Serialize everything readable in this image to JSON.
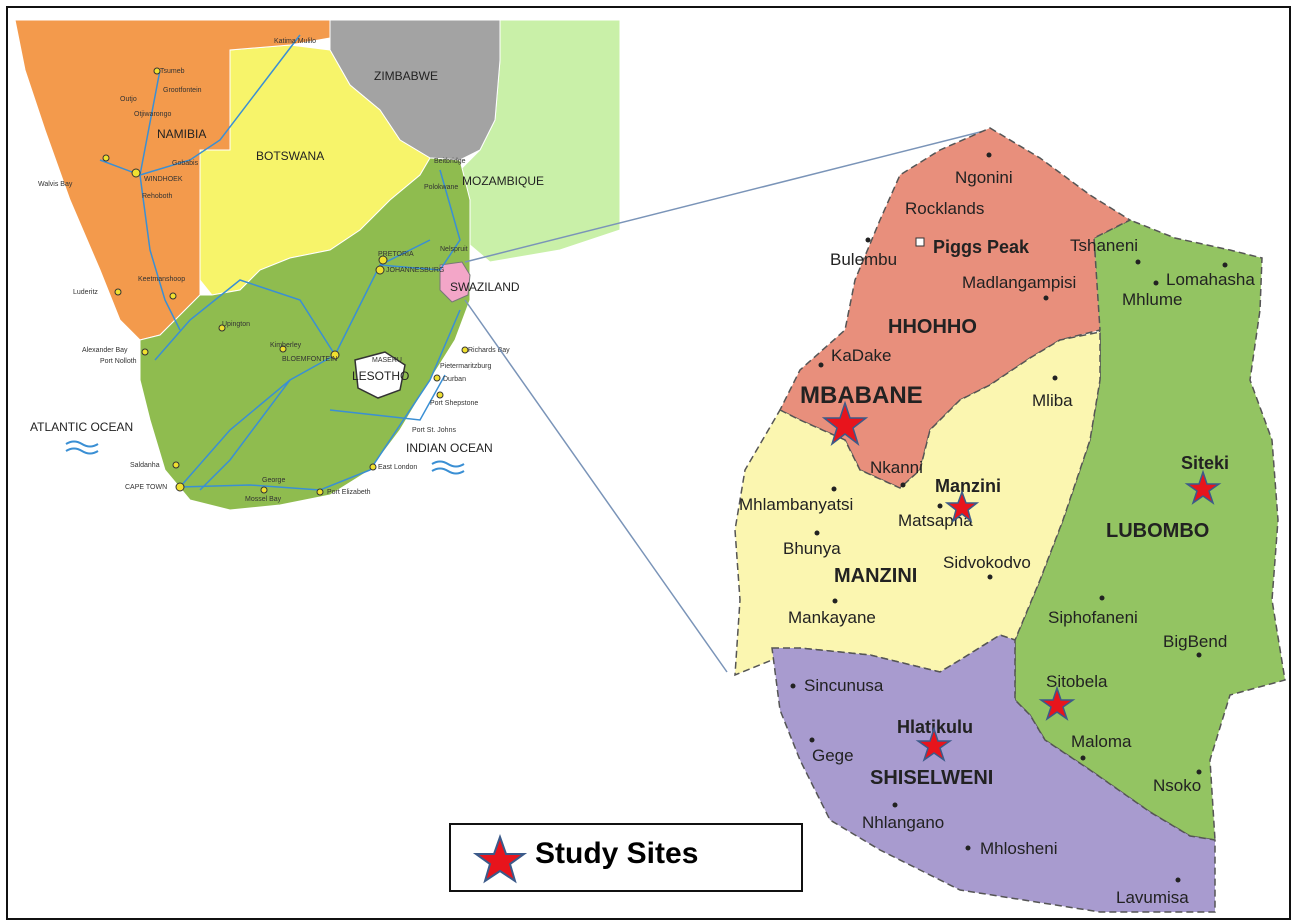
{
  "inset_map": {
    "countries": {
      "namibia": "NAMIBIA",
      "botswana": "BOTSWANA",
      "zimbabwe": "ZIMBABWE",
      "mozambique": "MOZAMBIQUE",
      "swaziland": "SWAZILAND",
      "lesotho": "LESOTHO"
    },
    "oceans": {
      "atlantic": "ATLANTIC OCEAN",
      "indian": "INDIAN OCEAN"
    },
    "cities": {
      "cape_town": "CAPE TOWN",
      "windhoek": "WINDHOEK",
      "walvis_bay": "Walvis Bay",
      "port_elizabeth": "Port Elizabeth",
      "durban": "Durban",
      "east_london": "East London",
      "richards_bay": "Richards Bay",
      "bloemfontein": "BLOEMFONTEIN",
      "maseru": "MASERU",
      "pretoria": "PRETORIA",
      "johannesburg": "JOHANNESBURG",
      "kimberley": "Kimberley",
      "upington": "Upington",
      "pietermaritzburg": "Pietermaritzburg",
      "port_shepstone": "Port Shepstone",
      "george": "George",
      "mossel_bay": "Mossel Bay",
      "saldanha": "Saldanha",
      "port_nolloth": "Port Nolloth",
      "alexander_bay": "Alexander Bay",
      "keetmanshoop": "Keetmanshoop",
      "luderitz": "Luderitz",
      "gobabis": "Gobabis",
      "rehoboth": "Rehoboth",
      "otjiwarongo": "Otjiwarongo",
      "grootfontein": "Grootfontein",
      "tsumeb": "Tsumeb",
      "outjo": "Outjo",
      "katima_mulilo": "Katima Mulilo",
      "port_st_johns": "Port St. Johns",
      "nelspruit": "Nelspruit",
      "polokwane": "Polokwane",
      "beitbridge": "Beitbridge"
    }
  },
  "swaziland_map": {
    "regions": {
      "hhohho": "HHOHHO",
      "manzini": "MANZINI",
      "lubombo": "LUBOMBO",
      "shiselweni": "SHISELWENI"
    },
    "capital": "MBABANE",
    "major_towns": {
      "piggs_peak": "Piggs Peak",
      "manzini_town": "Manzini",
      "siteki": "Siteki",
      "hlatikulu": "Hlatikulu"
    },
    "towns": {
      "ngonini": "Ngonini",
      "rocklands": "Rocklands",
      "bulembu": "Bulembu",
      "tshaneni": "Tshaneni",
      "lomahasha": "Lomahasha",
      "mhlume": "Mhlume",
      "madlangampisi": "Madlangampisi",
      "kadake": "KaDake",
      "mliba": "Mliba",
      "nkanni": "Nkanni",
      "mhlambanyatsi": "Mhlambanyatsi",
      "matsapha": "Matsapha",
      "bhunya": "Bhunya",
      "sidvokodvo": "Sidvokodvo",
      "mankayane": "Mankayane",
      "siphofaneni": "Siphofaneni",
      "bigbend": "BigBend",
      "sincunusa": "Sincunusa",
      "sitobela": "Sitobela",
      "maloma": "Maloma",
      "gege": "Gege",
      "nsoko": "Nsoko",
      "nhlangano": "Nhlangano",
      "mhlosheni": "Mhlosheni",
      "lavumisa": "Lavumisa"
    }
  },
  "legend": {
    "label": "Study Sites",
    "marker_icon": "red-star-icon"
  },
  "colors": {
    "namibia": "#f39a4c",
    "botswana": "#f7f46a",
    "zimbabwe": "#a3a3a3",
    "mozambique": "#c9f0a8",
    "south_africa": "#8fbc4f",
    "swaziland_inset": "#f3a6c8",
    "hhohho": "#e88f7c",
    "manzini_region": "#fbf6b0",
    "lubombo": "#93c462",
    "shiselweni": "#a89bcf",
    "study_site": "#e8141c",
    "road": "#3a8fd4"
  }
}
